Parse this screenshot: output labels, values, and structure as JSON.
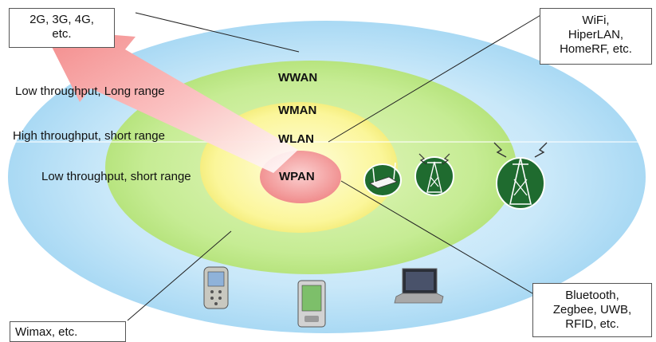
{
  "zones": {
    "wwan": "WWAN",
    "wman": "WMAN",
    "wlan": "WLAN",
    "wpan": "WPAN"
  },
  "labels": {
    "low_long": "Low throughput, Long range",
    "high_short": "High throughput, short range",
    "low_short": "Low throughput, short range"
  },
  "callouts": {
    "cellular": [
      "2G, 3G, 4G,",
      "etc."
    ],
    "wifi": [
      "WiFi,",
      "HiperLAN,",
      "HomeRF, etc."
    ],
    "bluetooth": [
      "Bluetooth,",
      "Zegbee, UWB,",
      "RFID, etc."
    ],
    "wimax": "Wimax, etc."
  },
  "icons": {
    "router": "wifi-router-icon",
    "small_tower": "radio-tower-icon",
    "large_tower": "cell-tower-icon",
    "phone": "mobile-phone-icon",
    "pda": "pda-icon",
    "laptop": "laptop-icon"
  },
  "colors": {
    "wwan": "#c4e6f8",
    "wman": "#c9ed9a",
    "wlan": "#fbf8a6",
    "wpan": "#f3a1a1",
    "arrow": "#f6a0a0",
    "tower_green": "#1f6b2f"
  }
}
